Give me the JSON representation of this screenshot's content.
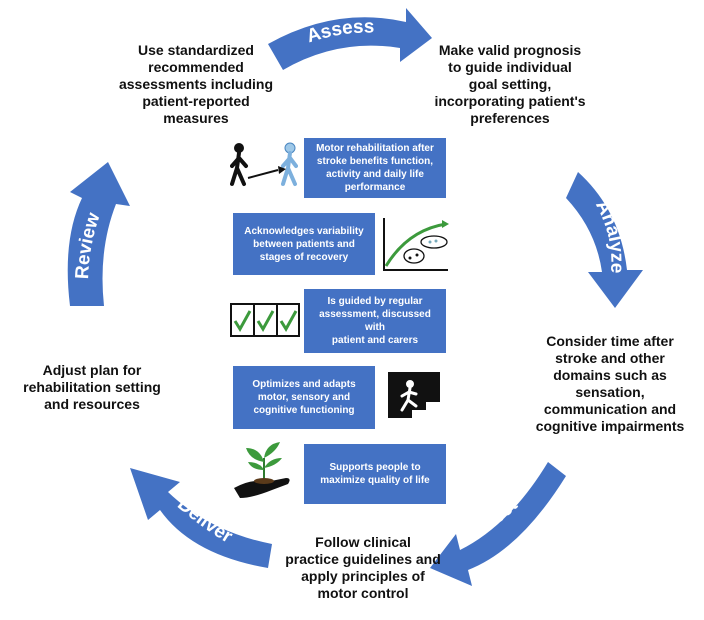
{
  "stages": {
    "assess": "Assess",
    "analyze": "Analyze",
    "select": "Select",
    "deliver": "Deliver",
    "review": "Review"
  },
  "steps": {
    "assess_before": "Use standardized\nrecommended\nassessments including\npatient-reported\nmeasures",
    "assess_after": "Make valid prognosis\nto guide individual\ngoal setting,\nincorporating patient's\npreferences",
    "analyze_after": "Consider time after\nstroke and other\ndomains such as\nsensation,\ncommunication and\ncognitive impairments",
    "select_after": "Follow  clinical\npractice guidelines and\napply principles of\nmotor control",
    "deliver_after": "Adjust plan for\nrehabilitation setting\nand resources"
  },
  "principles": [
    "Motor rehabilitation after\nstroke benefits function,\nactivity and daily life\nperformance",
    "Acknowledges variability\nbetween patients and\nstages of recovery",
    "Is guided by regular\nassessment, discussed with\npatient and carers",
    "Optimizes and adapts\nmotor, sensory and\ncognitive functioning",
    "Supports people to\nmaximize quality of life"
  ],
  "icons": [
    "walking-person-icon",
    "recovery-curve-icon",
    "checkmarks-icon",
    "climbing-figure-icon",
    "plant-in-hand-icon"
  ],
  "colors": {
    "arrow": "#4472c4",
    "box": "#4472c4",
    "text": "#111111"
  }
}
